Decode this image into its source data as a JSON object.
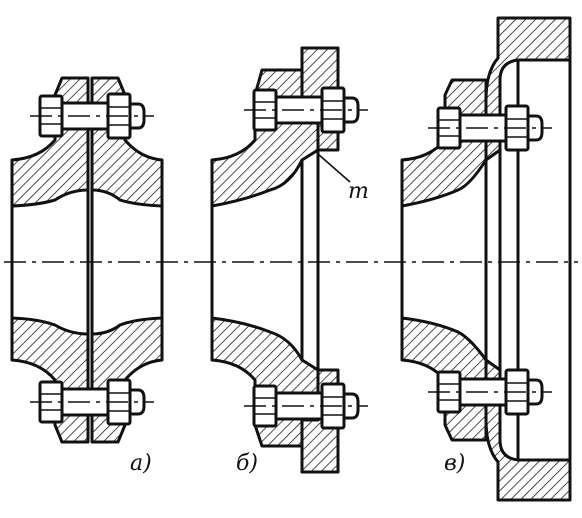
{
  "labels": {
    "view_a": "а)",
    "view_b": "б)",
    "view_c": "в)",
    "callout_m": "т"
  }
}
